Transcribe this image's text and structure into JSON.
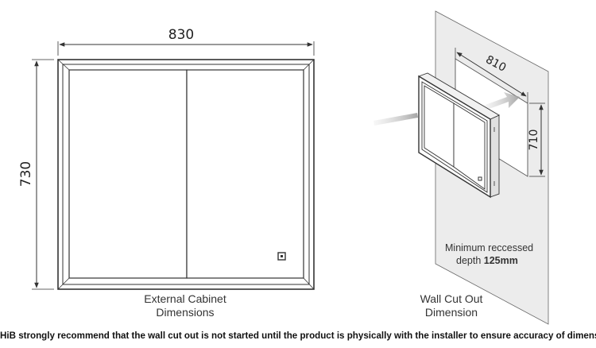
{
  "front_view": {
    "width_label": "830",
    "height_label": "730",
    "caption_line1": "External Cabinet",
    "caption_line2": "Dimensions"
  },
  "wall_view": {
    "width_label": "810",
    "height_label": "710",
    "caption_line1": "Wall Cut Out",
    "caption_line2": "Dimension",
    "depth_note_line1": "Minimum reccessed",
    "depth_note_prefix": "depth ",
    "depth_note_value": "125mm"
  },
  "footer": {
    "disclaimer": "HiB strongly recommend that the wall cut out is not started until the product is physically with the installer to ensure accuracy of dimensions."
  },
  "colors": {
    "line": "#333333",
    "wall_fill": "#ececec",
    "cutout_fill": "#ffffff"
  }
}
